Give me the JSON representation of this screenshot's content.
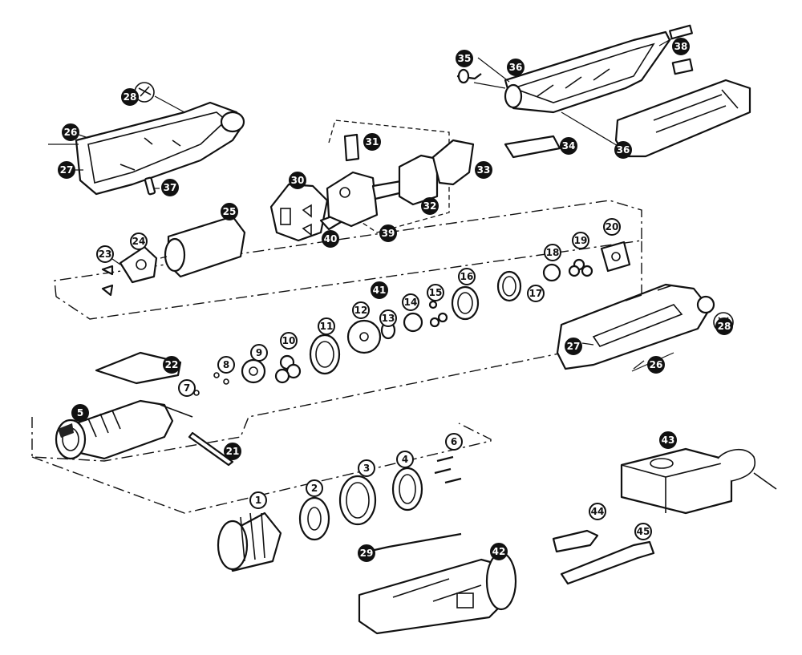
{
  "diagram": {
    "type": "exploded-parts-view",
    "callout_style": {
      "line_color": "#111111",
      "background": "#ffffff"
    },
    "callouts": [
      {
        "id": "c1",
        "label": "1"
      },
      {
        "id": "c2",
        "label": "2"
      },
      {
        "id": "c3",
        "label": "3"
      },
      {
        "id": "c4",
        "label": "4"
      },
      {
        "id": "c5",
        "label": "5"
      },
      {
        "id": "c6",
        "label": "6"
      },
      {
        "id": "c7",
        "label": "7"
      },
      {
        "id": "c8",
        "label": "8"
      },
      {
        "id": "c9",
        "label": "9"
      },
      {
        "id": "c10",
        "label": "10"
      },
      {
        "id": "c11",
        "label": "11"
      },
      {
        "id": "c12",
        "label": "12"
      },
      {
        "id": "c13",
        "label": "13"
      },
      {
        "id": "c14",
        "label": "14"
      },
      {
        "id": "c15",
        "label": "15"
      },
      {
        "id": "c16",
        "label": "16"
      },
      {
        "id": "c17",
        "label": "17"
      },
      {
        "id": "c18",
        "label": "18"
      },
      {
        "id": "c19",
        "label": "19"
      },
      {
        "id": "c20",
        "label": "20"
      },
      {
        "id": "c21",
        "label": "21"
      },
      {
        "id": "c22",
        "label": "22"
      },
      {
        "id": "c23",
        "label": "23"
      },
      {
        "id": "c24",
        "label": "24"
      },
      {
        "id": "c25",
        "label": "25"
      },
      {
        "id": "c26a",
        "label": "26"
      },
      {
        "id": "c26b",
        "label": "26"
      },
      {
        "id": "c27a",
        "label": "27"
      },
      {
        "id": "c27b",
        "label": "27"
      },
      {
        "id": "c28a",
        "label": "28"
      },
      {
        "id": "c28b",
        "label": "28"
      },
      {
        "id": "c29",
        "label": "29"
      },
      {
        "id": "c30",
        "label": "30"
      },
      {
        "id": "c31",
        "label": "31"
      },
      {
        "id": "c32",
        "label": "32"
      },
      {
        "id": "c33",
        "label": "33"
      },
      {
        "id": "c34",
        "label": "34"
      },
      {
        "id": "c35",
        "label": "35"
      },
      {
        "id": "c36a",
        "label": "36"
      },
      {
        "id": "c36b",
        "label": "36"
      },
      {
        "id": "c37",
        "label": "37"
      },
      {
        "id": "c38",
        "label": "38"
      },
      {
        "id": "c39",
        "label": "39"
      },
      {
        "id": "c40",
        "label": "40"
      },
      {
        "id": "c41",
        "label": "41"
      },
      {
        "id": "c42",
        "label": "42"
      },
      {
        "id": "c43",
        "label": "43"
      },
      {
        "id": "c44",
        "label": "44"
      },
      {
        "id": "c45",
        "label": "45"
      }
    ]
  }
}
